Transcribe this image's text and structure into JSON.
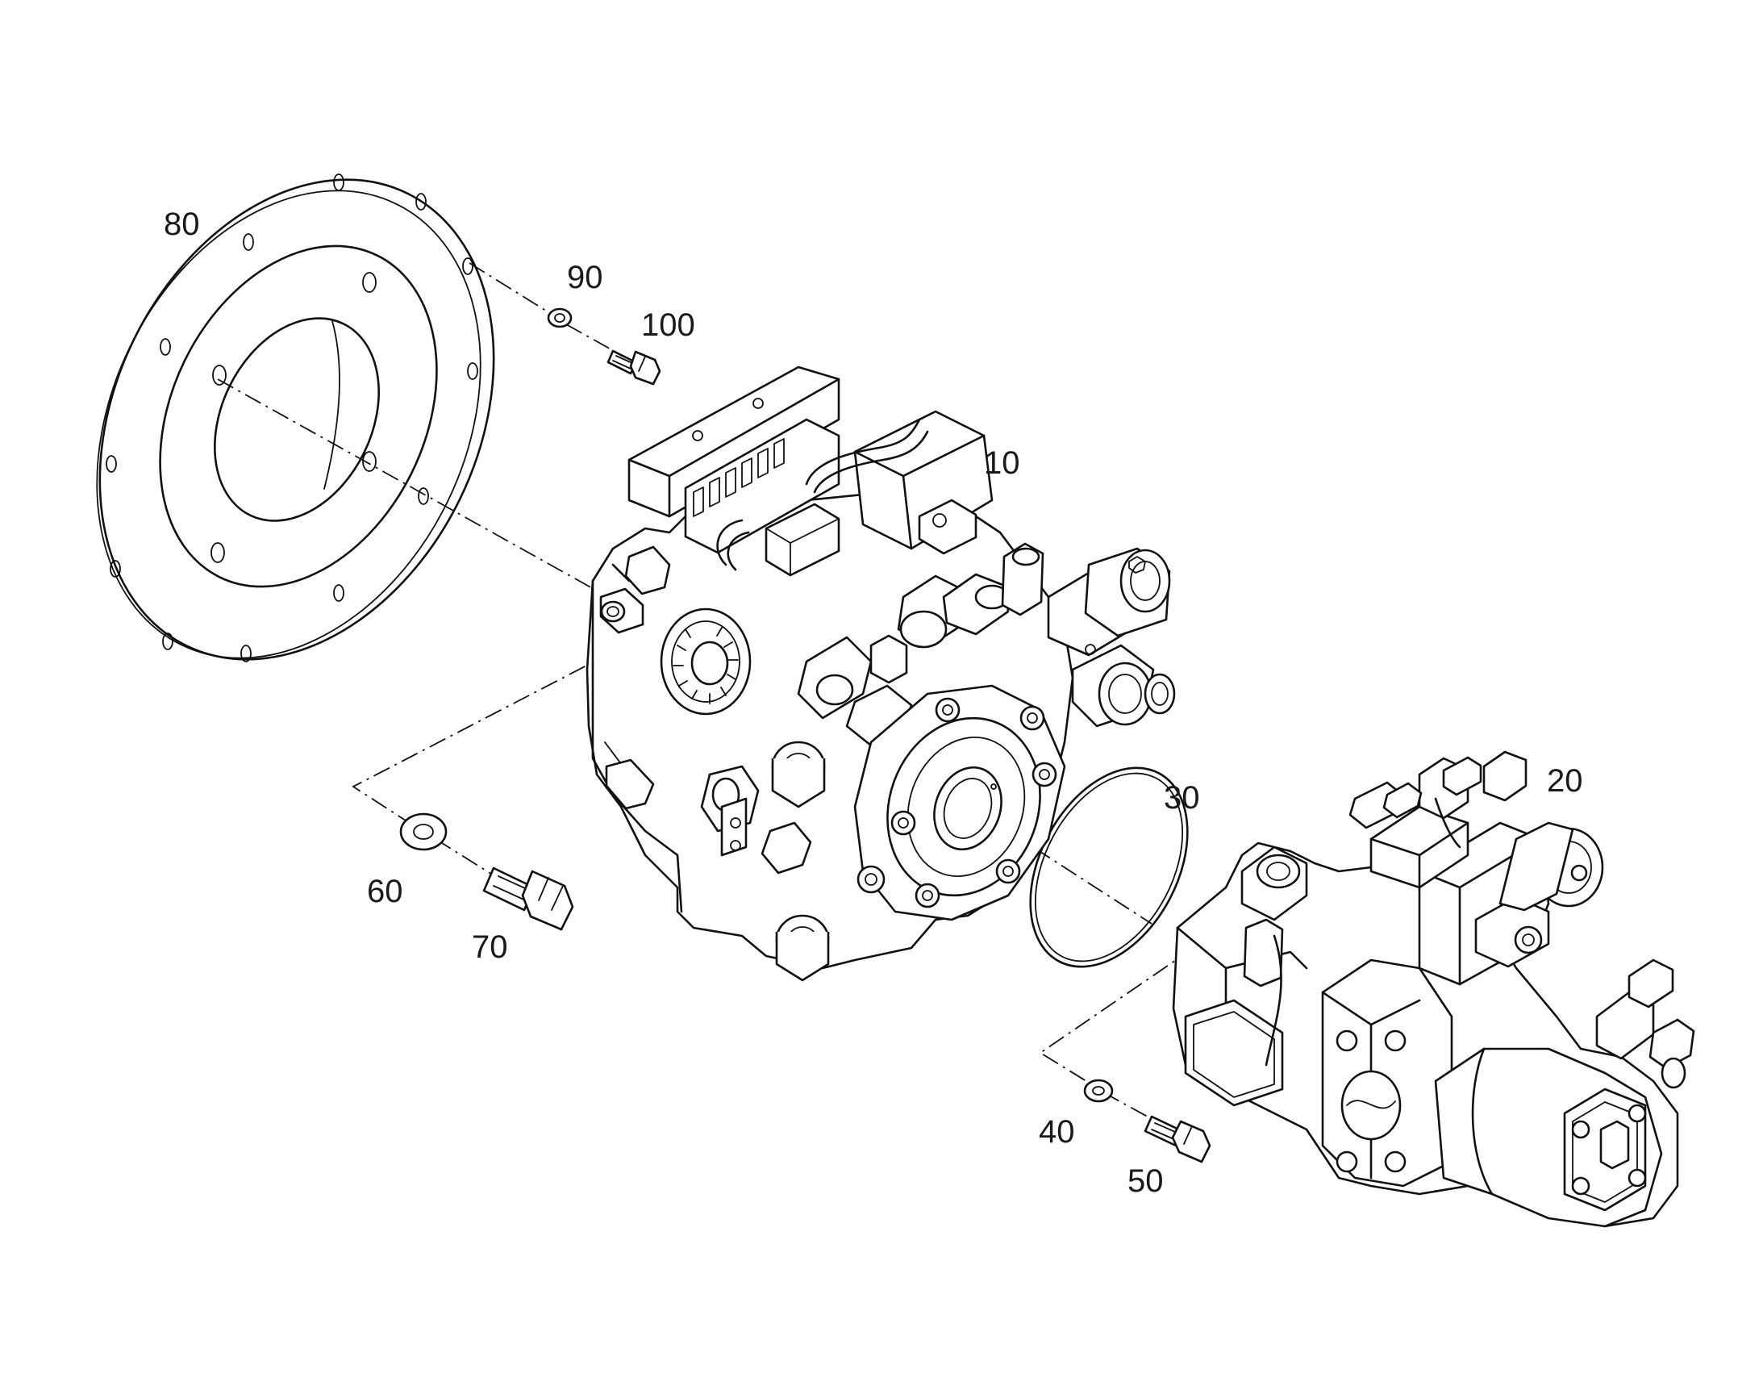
{
  "diagram": {
    "type": "exploded parts diagram",
    "stroke_color": "#111111",
    "background": "#ffffff",
    "callouts": [
      {
        "id": "c80",
        "text": "80"
      },
      {
        "id": "c90",
        "text": "90"
      },
      {
        "id": "c100",
        "text": "100"
      },
      {
        "id": "c10",
        "text": "10"
      },
      {
        "id": "c20",
        "text": "20"
      },
      {
        "id": "c30",
        "text": "30"
      },
      {
        "id": "c60",
        "text": "60"
      },
      {
        "id": "c70",
        "text": "70"
      },
      {
        "id": "c40",
        "text": "40"
      },
      {
        "id": "c50",
        "text": "50"
      }
    ]
  }
}
